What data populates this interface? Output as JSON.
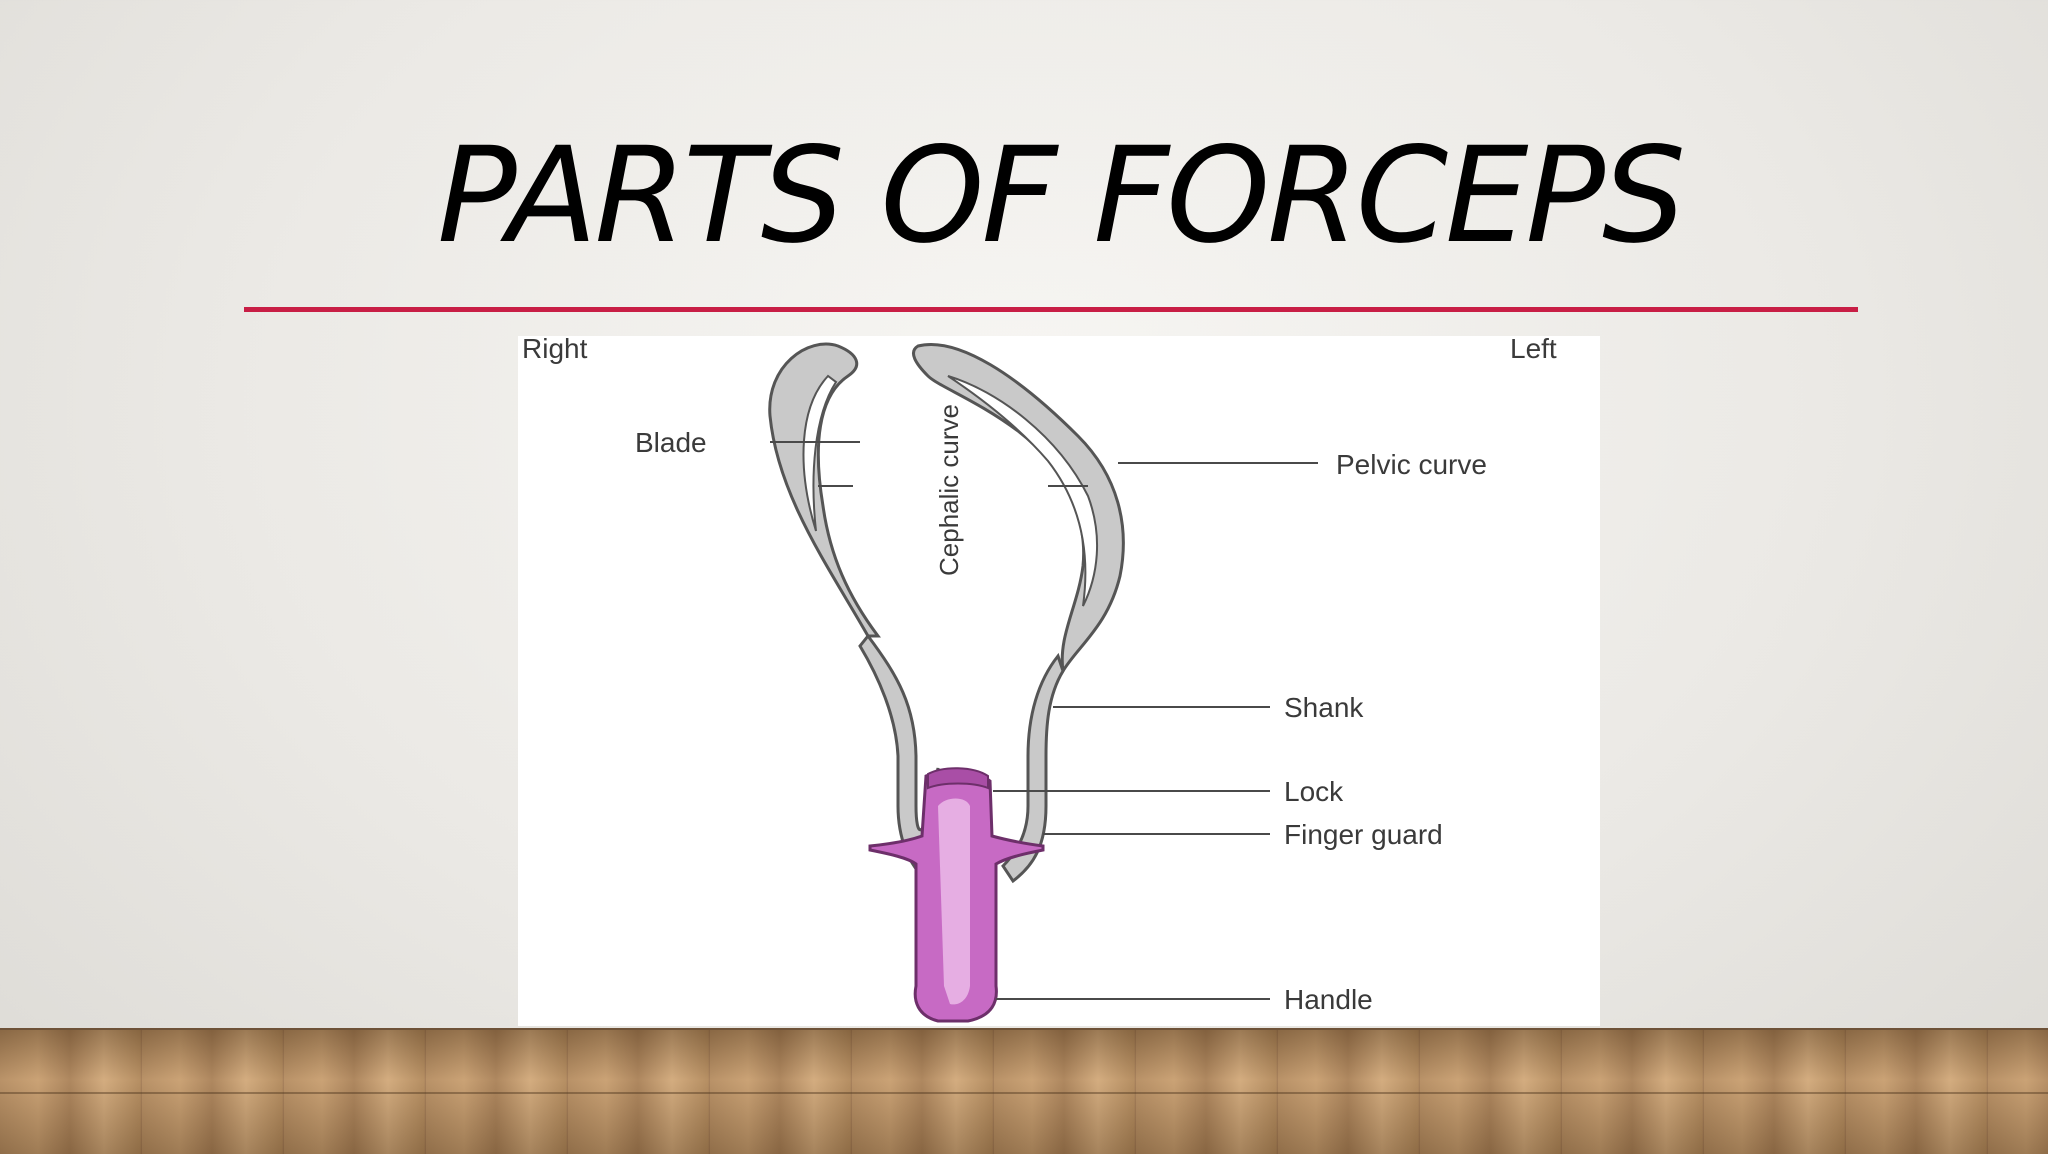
{
  "slide": {
    "title": "PARTS OF FORCEPS"
  },
  "diagram": {
    "side_labels": {
      "right": "Right",
      "left": "Left"
    },
    "parts": {
      "blade": "Blade",
      "pelvic_curve": "Pelvic curve",
      "cephalic_curve": "Cephalic curve",
      "shank": "Shank",
      "lock": "Lock",
      "finger_guard": "Finger guard",
      "handle": "Handle"
    },
    "colors": {
      "title_rule": "#c81e45",
      "blade_fill": "#c9c9c9",
      "handle_fill": "#c76ac4",
      "handle_highlight": "#e6aee3",
      "line": "#4a4a4a"
    }
  }
}
